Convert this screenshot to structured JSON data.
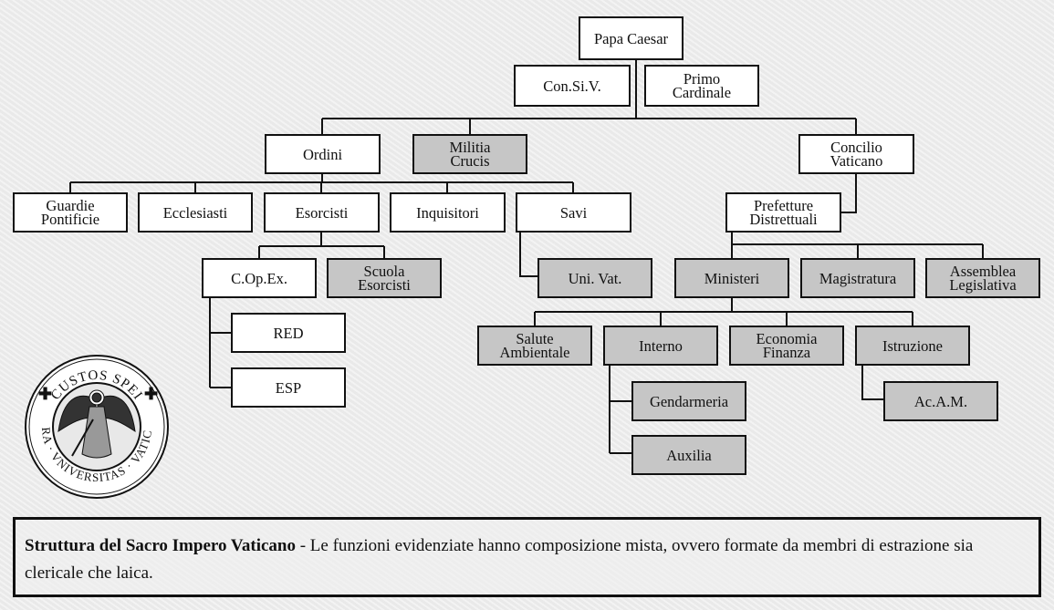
{
  "nodes": {
    "papa": "Papa Caesar",
    "consiv": "Con.Si.V.",
    "primo": "Primo Cardinale",
    "ordini": "Ordini",
    "militia": "Militia Crucis",
    "concilio": "Concilio Vaticano",
    "guardie": "Guardie Pontificie",
    "ecclesiasti": "Ecclesiasti",
    "esorcisti": "Esorcisti",
    "inquisitori": "Inquisitori",
    "savi": "Savi",
    "prefetture": "Prefetture Distrettuali",
    "copex": "C.Op.Ex.",
    "scuola": "Scuola Esorcisti",
    "univat": "Uni. Vat.",
    "ministeri": "Ministeri",
    "magistratura": "Magistratura",
    "assemblea": "Assemblea Legislativa",
    "red": "RED",
    "esp": "ESP",
    "salute": "Salute Ambientale",
    "interno": "Interno",
    "economia": "Economia Finanza",
    "istruzione": "Istruzione",
    "gendarmeria": "Gendarmeria",
    "auxilia": "Auxilia",
    "acam": "Ac.A.M."
  },
  "seal": {
    "top_text": "Custos Spei",
    "left_text": "Sacra",
    "bottom_text": "Universitas",
    "right_text": "Vaticana"
  },
  "caption": {
    "title": "Struttura del Sacro Impero Vaticano",
    "text": " - Le funzioni evidenziate hanno composizione mista, ovvero formate da membri di estrazione sia clericale che laica."
  },
  "colors": {
    "mixed": "#c6c6c6",
    "standard": "#ffffff",
    "line": "#111111"
  }
}
